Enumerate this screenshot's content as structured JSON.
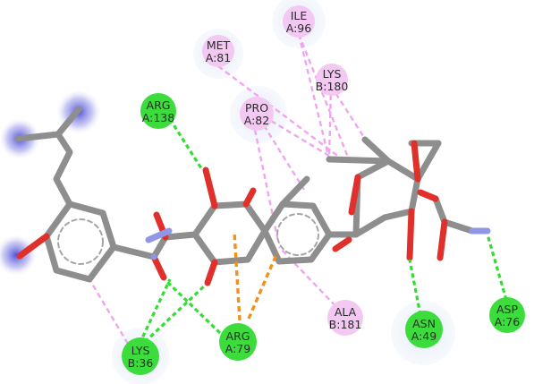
{
  "colors": {
    "hbond_residue": "#3ddc3d",
    "hbond_line": "#33dd33",
    "hydrophobic_residue": "#f3c8f3",
    "hydrophobic_line": "#f0a6ef",
    "pi_cation_line": "#f0921d",
    "aura": "#e6eefa",
    "carbon": "#8c8c8c",
    "oxygen": "#e0302b",
    "nitrogen": "#8f96e6",
    "hydrophobic_glow": "#3b3bd6"
  },
  "residues": [
    {
      "id": "ile96",
      "type": "hydrophobic",
      "name": "ILE",
      "chain_num": "A:96"
    },
    {
      "id": "met81",
      "type": "hydrophobic",
      "name": "MET",
      "chain_num": "A:81"
    },
    {
      "id": "lys180",
      "type": "hydrophobic",
      "name": "LYS",
      "chain_num": "B:180"
    },
    {
      "id": "arg138",
      "type": "hbond",
      "name": "ARG",
      "chain_num": "A:138"
    },
    {
      "id": "pro82",
      "type": "hydrophobic",
      "name": "PRO",
      "chain_num": "A:82"
    },
    {
      "id": "ala181",
      "type": "hydrophobic",
      "name": "ALA",
      "chain_num": "B:181"
    },
    {
      "id": "asn49",
      "type": "hbond",
      "name": "ASN",
      "chain_num": "A:49"
    },
    {
      "id": "asp76",
      "type": "hbond",
      "name": "ASP",
      "chain_num": "A:76"
    },
    {
      "id": "lys36",
      "type": "hbond",
      "name": "LYS",
      "chain_num": "B:36"
    },
    {
      "id": "arg79",
      "type": "hbond",
      "name": "ARG",
      "chain_num": "A:79"
    }
  ]
}
